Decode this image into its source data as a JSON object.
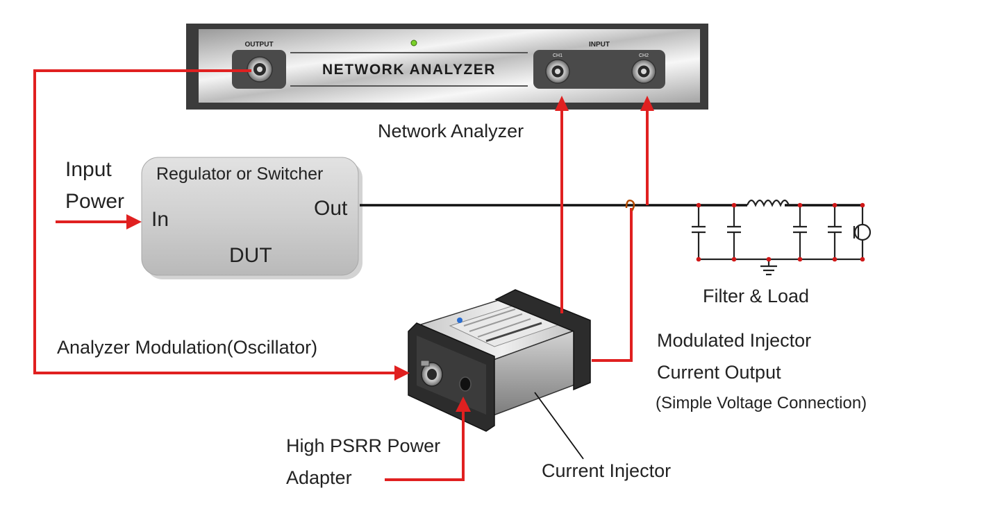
{
  "analyzer": {
    "name_plate": "NETWORK ANALYZER",
    "output_label": "OUTPUT",
    "input_label": "INPUT",
    "ch1_label": "CH1",
    "ch2_label": "CH2",
    "caption": "Network Analyzer"
  },
  "dut": {
    "title": "Regulator or Switcher",
    "in_label": "In",
    "out_label": "Out",
    "name": "DUT"
  },
  "labels": {
    "input_power_line1": "Input",
    "input_power_line2": "Power",
    "filter_load": "Filter & Load",
    "modulation": "Analyzer Modulation(Oscillator)",
    "injector_output_line1": "Modulated Injector",
    "injector_output_line2": "Current Output",
    "injector_output_line3": "(Simple Voltage Connection)",
    "psrr_line1": "High PSRR Power",
    "psrr_line2": "Adapter",
    "current_injector": "Current Injector"
  },
  "colors": {
    "signal": "#e02020",
    "wire": "#111111",
    "node": "#d01818"
  }
}
